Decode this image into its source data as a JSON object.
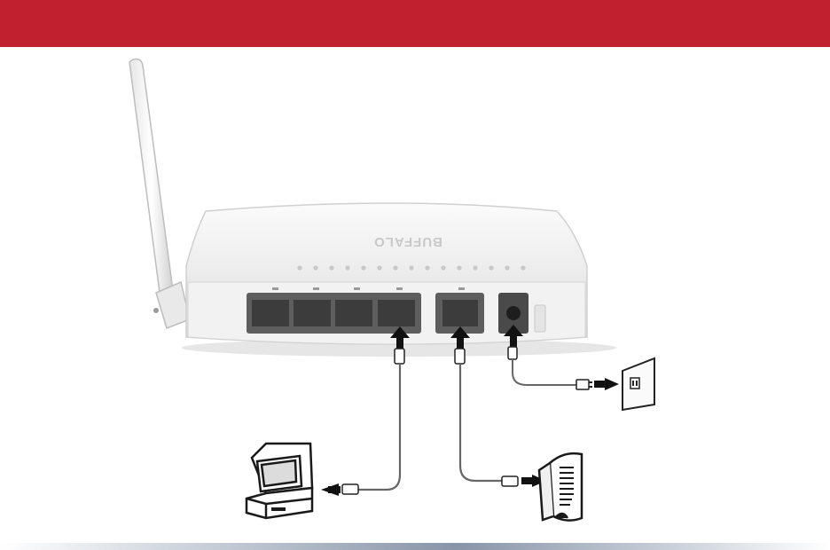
{
  "header": {
    "color": "#c1202f"
  },
  "router": {
    "brand": "BUFFALO",
    "lan_port_count": 4,
    "wan_port_count": 1,
    "indicator_light_count": 15,
    "body_color": "#f4f4f4"
  },
  "connections": [
    {
      "from": "lan-port-4",
      "to": "desktop-computer",
      "icon": "computer-icon"
    },
    {
      "from": "wan-port",
      "to": "broadband-modem",
      "icon": "modem-icon"
    },
    {
      "from": "power-jack",
      "to": "wall-outlet",
      "icon": "outlet-icon"
    }
  ],
  "footer": {
    "color": "#8894a8"
  }
}
